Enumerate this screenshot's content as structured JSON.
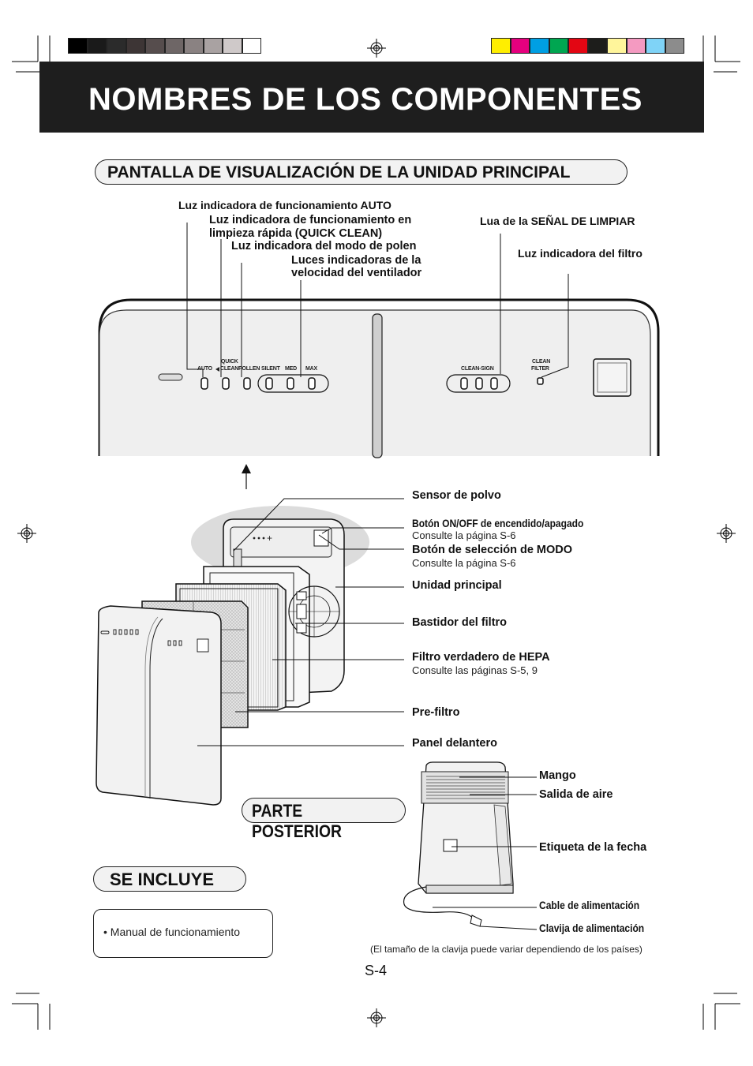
{
  "header": {
    "title": "NOMBRES DE LOS COMPONENTES"
  },
  "sections": {
    "display": "PANTALLA DE VISUALIZACIÓN DE LA UNIDAD PRINCIPAL",
    "rear": "PARTE POSTERIOR",
    "included": "SE INCLUYE"
  },
  "display_labels": {
    "auto_light": "Luz indicadora de funcionamiento AUTO",
    "quick_clean_1": "Luz indicadora de funcionamiento en",
    "quick_clean_2": "limpieza rápida (QUICK CLEAN)",
    "pollen_light": "Luz indicadora del modo de polen",
    "fan_speed_1": "Luces indicadoras de la",
    "fan_speed_2": "velocidad del ventilador",
    "clean_sign": "Lua de la SEÑAL DE LIMPIAR",
    "filter_light": "Luz indicadora del filtro"
  },
  "panel_text": {
    "auto": "AUTO",
    "quick": "QUICK",
    "clean": "CLEAN",
    "pollen": "POLLEN",
    "silent": "SILENT",
    "med": "MED",
    "max": "MAX",
    "clean_sign": "CLEAN-SIGN",
    "clean2": "CLEAN",
    "filter": "FILTER"
  },
  "component_labels": {
    "dust_sensor": "Sensor de polvo",
    "onoff": "Botón ON/OFF de encendido/apagado",
    "onoff_ref": "Consulte la página S-6",
    "mode": "Botón de selección de MODO",
    "mode_ref": "Consulte la página S-6",
    "main_unit": "Unidad principal",
    "filter_frame": "Bastidor del filtro",
    "hepa": "Filtro verdadero de HEPA",
    "hepa_ref": "Consulte las páginas S-5, 9",
    "prefilter": "Pre-filtro",
    "front_panel": "Panel delantero"
  },
  "rear_labels": {
    "handle": "Mango",
    "air_outlet": "Salida de aire",
    "date_label": "Etiqueta de la fecha",
    "power_cord": "Cable de alimentación",
    "power_plug": "Clavija de alimentación",
    "plug_note": "(El tamaño de la clavija puede variar dependiendo de los países)"
  },
  "included_items": [
    "• Manual de funcionamiento"
  ],
  "page_number": "S-4",
  "colors": {
    "gray_swatches": [
      "#000000",
      "#1a1a1a",
      "#2b2b2b",
      "#3d3535",
      "#564d4d",
      "#6e6666",
      "#8a8282",
      "#a9a2a2",
      "#cfc9c9",
      "#ffffff"
    ],
    "color_swatches": [
      "#ffee00",
      "#e6007e",
      "#009fe3",
      "#00a651",
      "#e30613",
      "#1d1d1b",
      "#fff59b",
      "#f49ac1",
      "#7fd3f7",
      "#8c8c8c"
    ],
    "title_bar": "#1e1e1e",
    "dust_highlight": "#dcdcdc"
  }
}
